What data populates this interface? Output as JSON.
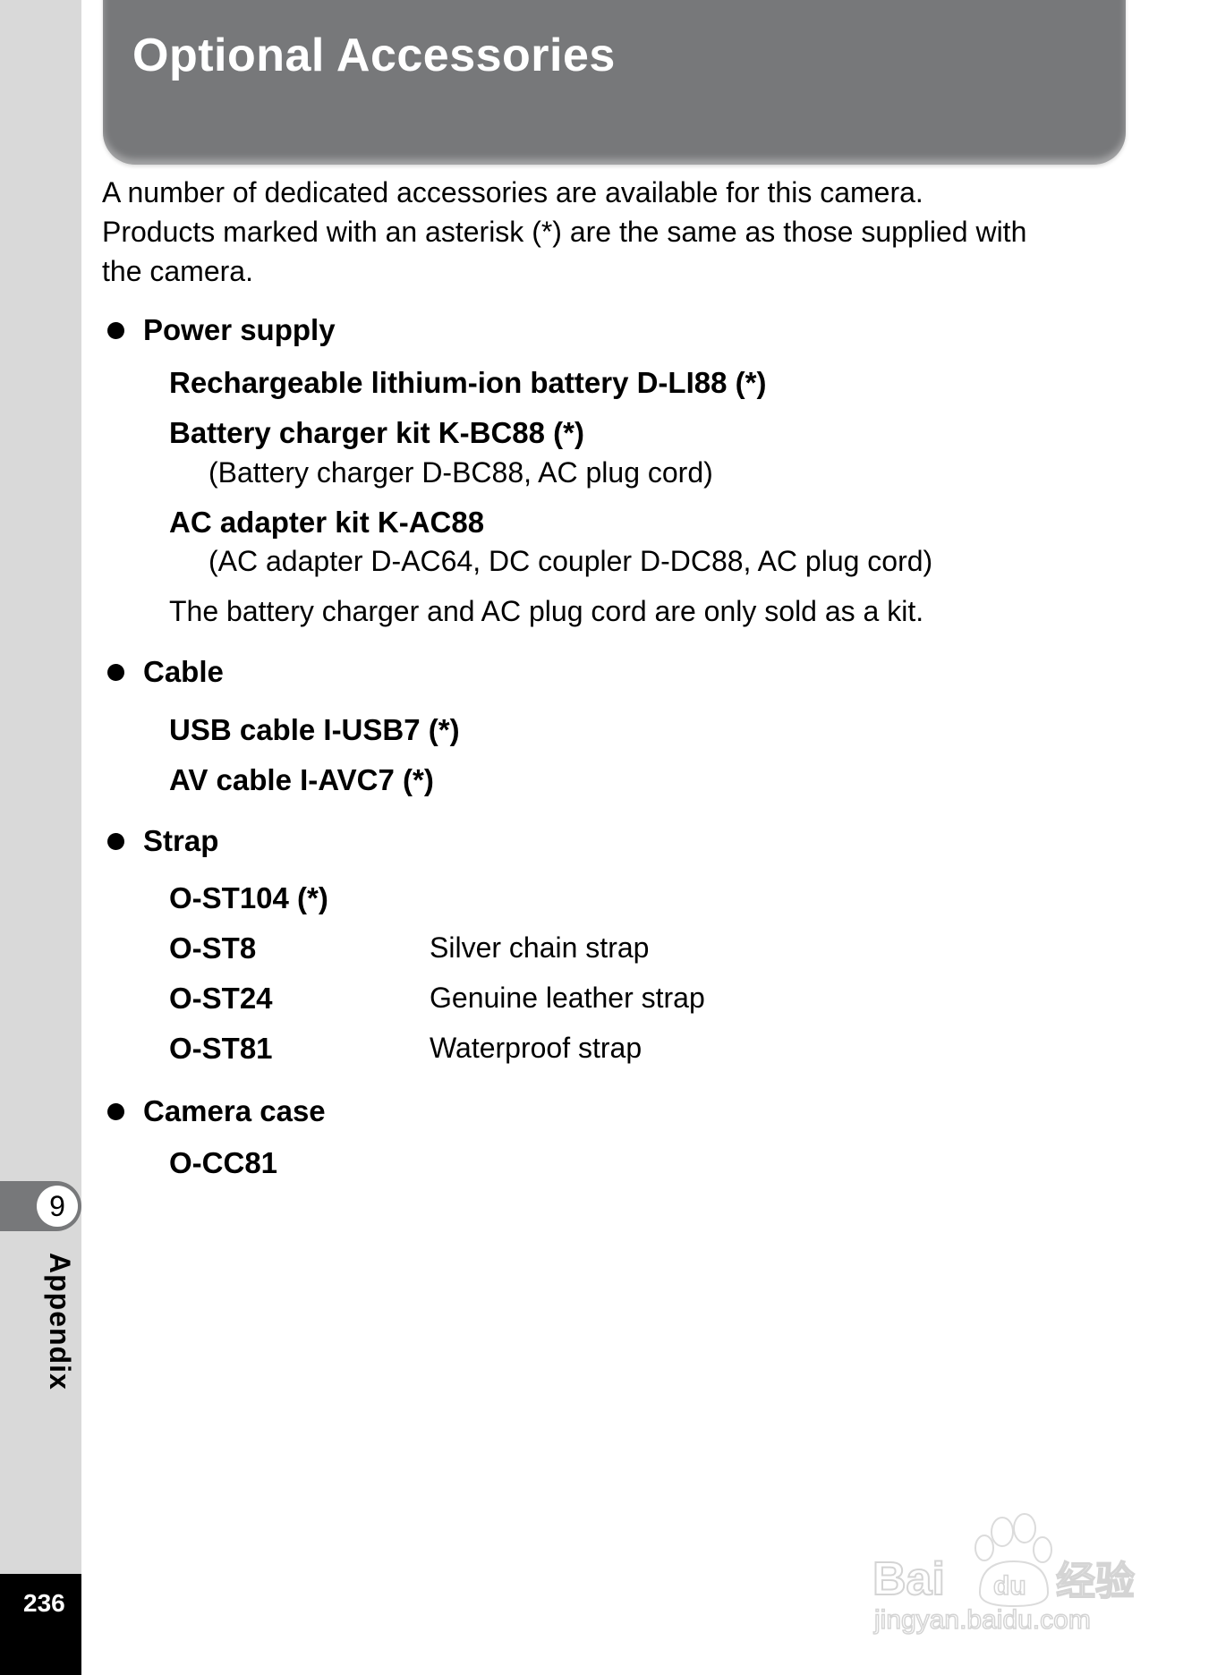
{
  "header": {
    "title": "Optional Accessories"
  },
  "intro": {
    "lines": [
      "A number of dedicated accessories are available for this camera.",
      "Products marked with an asterisk (*) are the same as those supplied with",
      "the camera."
    ]
  },
  "sections": {
    "power": {
      "heading": "Power supply",
      "items": [
        {
          "name": "Rechargeable lithium-ion battery D-LI88 (*)"
        },
        {
          "name": "Battery charger kit K-BC88 (*)",
          "detail": "(Battery charger D-BC88, AC plug cord)"
        },
        {
          "name": "AC adapter kit K-AC88",
          "detail": "(AC adapter D-AC64, DC coupler D-DC88, AC plug cord)"
        }
      ],
      "note": "The battery charger and AC plug cord are only sold as a kit."
    },
    "cable": {
      "heading": "Cable",
      "items": [
        {
          "name": "USB cable I-USB7 (*)"
        },
        {
          "name": "AV cable I-AVC7 (*)"
        }
      ]
    },
    "strap": {
      "heading": "Strap",
      "items": [
        {
          "name": "O-ST104 (*)",
          "desc": ""
        },
        {
          "name": "O-ST8",
          "desc": "Silver chain strap"
        },
        {
          "name": "O-ST24",
          "desc": "Genuine leather strap"
        },
        {
          "name": "O-ST81",
          "desc": "Waterproof strap"
        }
      ]
    },
    "case": {
      "heading": "Camera case",
      "items": [
        {
          "name": "O-CC81"
        }
      ]
    }
  },
  "sidebar": {
    "chapter_number": "9",
    "chapter_label": "Appendix",
    "page_number": "236"
  },
  "watermark": {
    "brand": "Bai du 经验",
    "url": "jingyan.baidu.com"
  },
  "colors": {
    "header_bg": "#77787a",
    "sidebar_bg": "#d9d9d9",
    "page_box": "#000000"
  }
}
